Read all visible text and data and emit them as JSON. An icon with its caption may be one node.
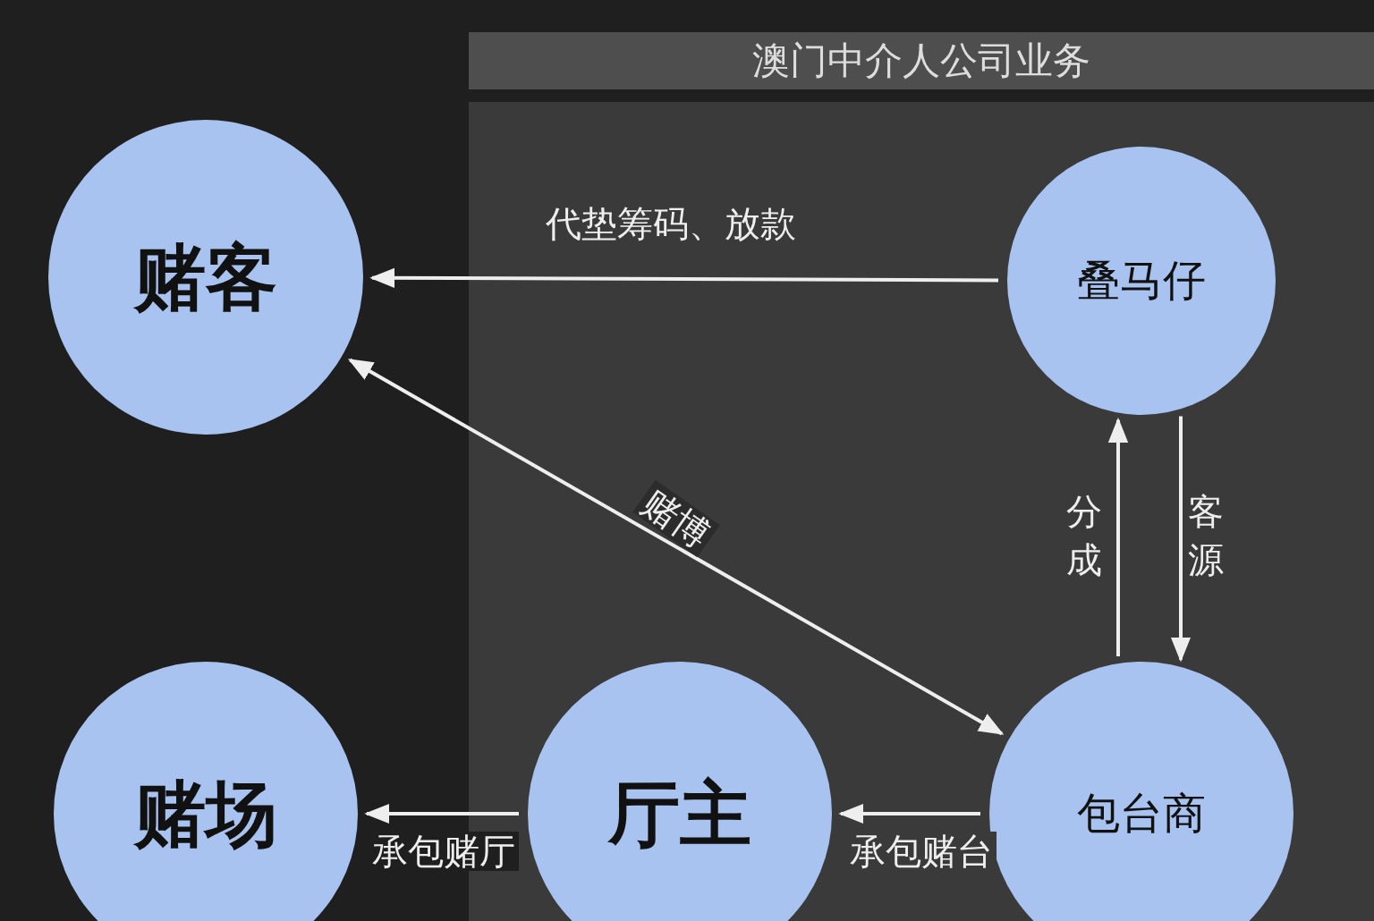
{
  "diagram": {
    "nodes": [
      {
        "text": [
          "澳门中介人公司业务"
        ]
      },
      {
        "text": [
          "赌客"
        ]
      },
      {
        "text": [
          "叠马仔"
        ],
        "in": 0
      },
      {
        "text": [
          "赌场"
        ]
      },
      {
        "text": [
          "厅主"
        ],
        "in": 0
      },
      {
        "text": [
          "包台商"
        ],
        "in": 0
      }
    ],
    "edges": [
      {
        "from": 2,
        "to": 1,
        "arrow": "to",
        "label": "代垫筹码、放款"
      },
      {
        "from": 1,
        "to": 5,
        "arrow": "both",
        "label": "赌博"
      },
      {
        "from": 5,
        "to": 2,
        "arrow": "to",
        "label": "分成"
      },
      {
        "from": 2,
        "to": 5,
        "arrow": "to",
        "label": "客源"
      },
      {
        "from": 5,
        "to": 4,
        "arrow": "to",
        "label": "承包赌台"
      },
      {
        "from": 4,
        "to": 3,
        "arrow": "to",
        "label": "承包赌厅"
      }
    ]
  }
}
